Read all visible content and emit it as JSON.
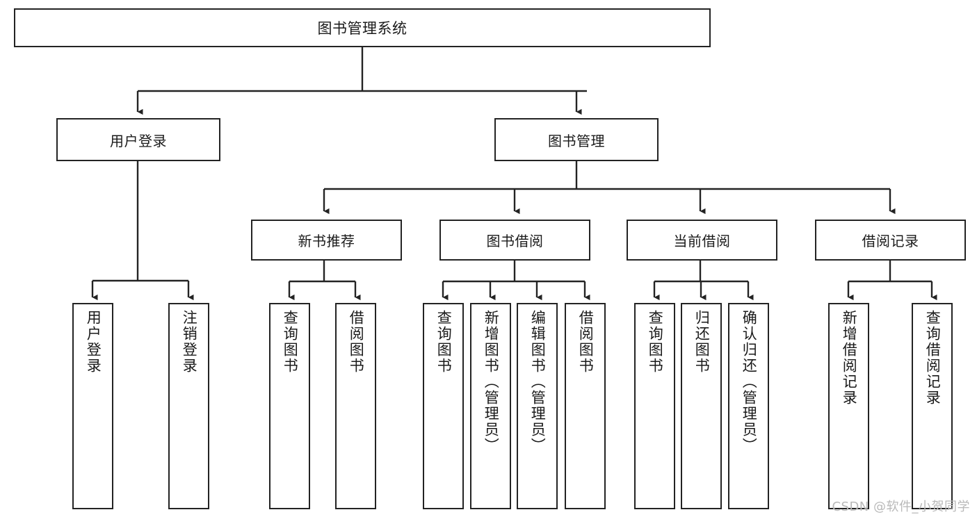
{
  "diagram": {
    "title": "图书管理系统",
    "type": "tree-hierarchy",
    "stroke_color": "#232323",
    "fill_color": "#ffffff",
    "nodes": {
      "root": {
        "label": "图书管理系统"
      },
      "level2": [
        {
          "id": "user-login",
          "label": "用户登录"
        },
        {
          "id": "book-management",
          "label": "图书管理"
        }
      ],
      "level3": [
        {
          "id": "new-book-recommend",
          "label": "新书推荐"
        },
        {
          "id": "book-borrow",
          "label": "图书借阅"
        },
        {
          "id": "current-borrow",
          "label": "当前借阅"
        },
        {
          "id": "borrow-record",
          "label": "借阅记录"
        }
      ],
      "leaves": {
        "user-login": [
          {
            "id": "leaf-user-login",
            "label": "用户登录"
          },
          {
            "id": "leaf-logout-login",
            "label": "注销登录"
          }
        ],
        "new-book-recommend": [
          {
            "id": "leaf-query-book-1",
            "label": "查询图书"
          },
          {
            "id": "leaf-borrow-book-1",
            "label": "借阅图书"
          }
        ],
        "book-borrow": [
          {
            "id": "leaf-query-book-2",
            "label": "查询图书"
          },
          {
            "id": "leaf-add-book",
            "label": "新增图书（管理员）"
          },
          {
            "id": "leaf-edit-book",
            "label": "编辑图书（管理员）"
          },
          {
            "id": "leaf-borrow-book-2",
            "label": "借阅图书"
          }
        ],
        "current-borrow": [
          {
            "id": "leaf-query-book-3",
            "label": "查询图书"
          },
          {
            "id": "leaf-return-book",
            "label": "归还图书"
          },
          {
            "id": "leaf-confirm-return",
            "label": "确认归还（管理员）"
          }
        ],
        "borrow-record": [
          {
            "id": "leaf-add-borrow-record",
            "label": "新增借阅记录"
          },
          {
            "id": "leaf-query-borrow-record",
            "label": "查询借阅记录"
          }
        ]
      }
    }
  },
  "watermark": {
    "text": "CSDN @软件_小贺同学",
    "color": "#b9b9b9"
  }
}
